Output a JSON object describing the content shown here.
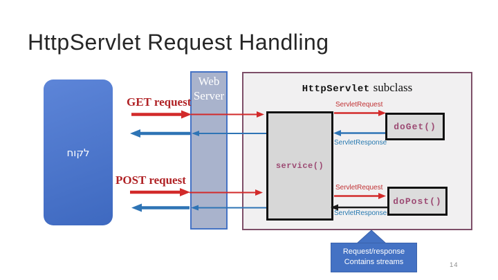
{
  "slide": {
    "title": "HttpServlet Request Handling",
    "page_number": "14"
  },
  "client": {
    "label": "לקוח"
  },
  "web_server": {
    "label_line1": "Web",
    "label_line2": "Server"
  },
  "subclass_box": {
    "title_code": "HttpServlet",
    "title_rest": "subclass",
    "service_method": "service()",
    "doget_method": "doGet()",
    "dopost_method": "doPost()"
  },
  "labels": {
    "get_request": "GET request",
    "post_request": "POST request",
    "servlet_request_top": "ServletRequest",
    "servlet_response_top": "ServletResponse",
    "servlet_request_bottom": "ServletRequest",
    "servlet_response_bottom": "ServletResponse"
  },
  "callout": {
    "line1": "Request/response",
    "line2": "Contains streams"
  },
  "colors": {
    "title-color": "#262626",
    "arrow-red": "#d22a2a",
    "arrow-blue": "#2e74b5",
    "arrow-black": "#1a1a1a",
    "label-red": "#c03032",
    "label-blue": "#2779b0",
    "request-text-red": "#b02225",
    "method-purple": "#9c4a73",
    "client-blue-top": "#5d85d8",
    "client-blue-bottom": "#3e69c0",
    "server-bar-fill": "#a9b3cc",
    "server-bar-border": "#4472c4",
    "subclass-border": "#7d4e68",
    "subclass-fill": "#f1f0f1",
    "instance-fill": "#d7d7d7",
    "method-box-fill": "#dcdcdc",
    "callout-blue": "#4472c4"
  }
}
